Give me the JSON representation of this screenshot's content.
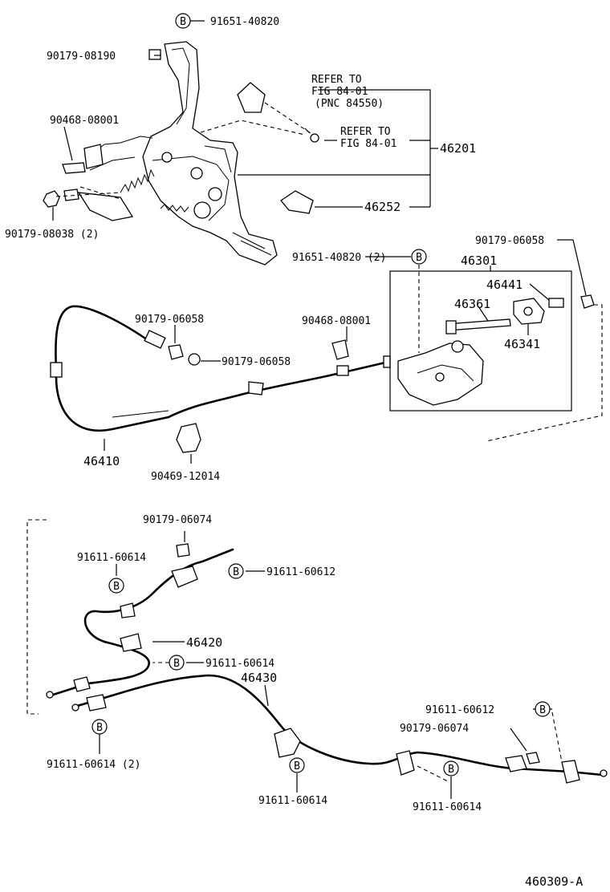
{
  "marker": "B",
  "labels": {
    "p91651_top": "91651-40820",
    "p90179_08190": "90179-08190",
    "p90468_top": "90468-08001",
    "p90179_08038": "90179-08038 (2)",
    "refer1_l1": "REFER TO",
    "refer1_l2": "FIG 84-01",
    "refer1_l3": "(PNC 84550)",
    "refer2_l1": "REFER TO",
    "refer2_l2": "FIG 84-01",
    "p46201": "46201",
    "p46252": "46252",
    "p91651_mid": "91651-40820 (2)",
    "p90179_06058_r": "90179-06058",
    "p46301": "46301",
    "p46441": "46441",
    "p46361": "46361",
    "p46341": "46341",
    "p90179_06058_a": "90179-06058",
    "p90179_06058_b": "90179-06058",
    "p90468_mid": "90468-08001",
    "p46410": "46410",
    "p90469": "90469-12014",
    "p90179_06074_top": "90179-06074",
    "p91611_60614_a": "91611-60614",
    "p91611_60612_a": "91611-60612",
    "p46420": "46420",
    "p91611_60614_b": "91611-60614",
    "p46430": "46430",
    "p91611_60612_b": "91611-60612",
    "p90179_06074_bot": "90179-06074",
    "p91611_60614_2": "91611-60614 (2)",
    "p91611_60614_c": "91611-60614",
    "p91611_60614_d": "91611-60614",
    "figure_id": "460309-A"
  }
}
